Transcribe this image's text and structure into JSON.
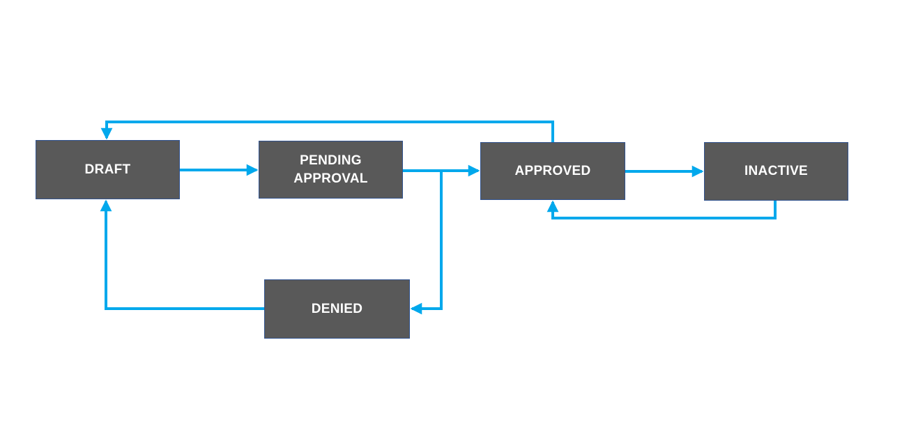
{
  "diagram": {
    "type": "state-flowchart",
    "nodes": [
      {
        "id": "draft",
        "label": "DRAFT"
      },
      {
        "id": "pending-approval",
        "label": "PENDING APPROVAL"
      },
      {
        "id": "approved",
        "label": "APPROVED"
      },
      {
        "id": "inactive",
        "label": "INACTIVE"
      },
      {
        "id": "denied",
        "label": "DENIED"
      }
    ],
    "edges": [
      {
        "from": "draft",
        "to": "pending-approval"
      },
      {
        "from": "pending-approval",
        "to": "approved"
      },
      {
        "from": "approved",
        "to": "inactive"
      },
      {
        "from": "approved",
        "to": "draft"
      },
      {
        "from": "pending-approval",
        "to": "denied"
      },
      {
        "from": "denied",
        "to": "draft"
      },
      {
        "from": "inactive",
        "to": "approved"
      }
    ],
    "colors": {
      "node_fill": "#595959",
      "node_border": "#31538F",
      "node_text": "#FFFFFF",
      "arrow": "#00A8EC",
      "background": "#FFFFFF"
    }
  }
}
